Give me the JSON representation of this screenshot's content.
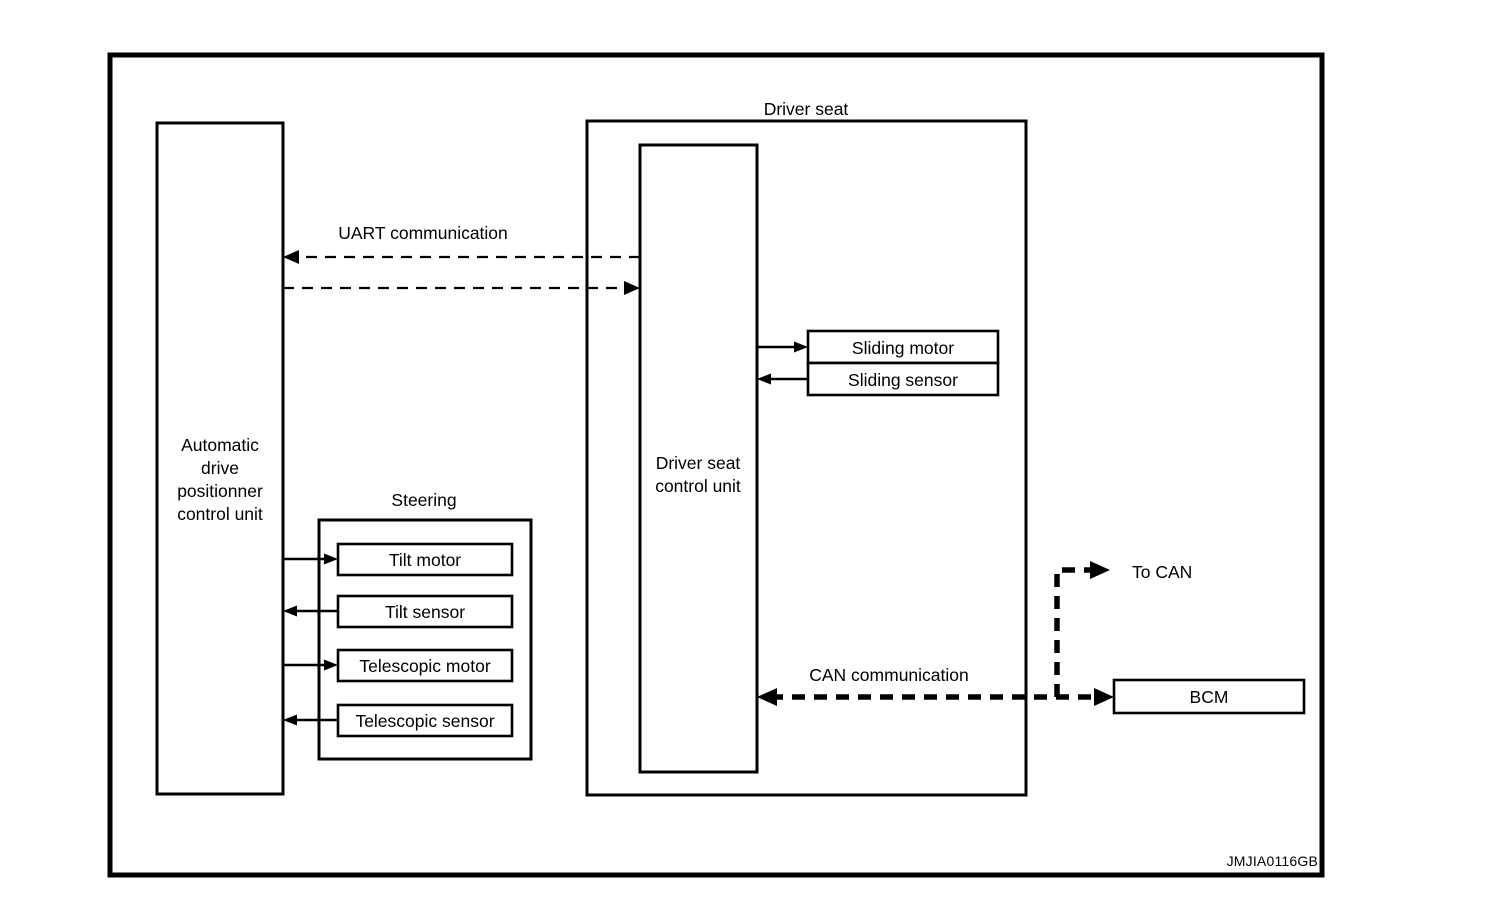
{
  "figure": {
    "id": "JMJIA0116GB",
    "type": "system-block-diagram",
    "title_visible": false
  },
  "groups": {
    "driver_seat": {
      "label": "Driver seat"
    },
    "steering": {
      "label": "Steering"
    }
  },
  "units": {
    "adp": {
      "label_lines": [
        "Automatic",
        "drive",
        "positionner",
        "control unit"
      ],
      "line1": "Automatic",
      "line2": "drive",
      "line3": "positionner",
      "line4": "control unit"
    },
    "driver_seat_cu": {
      "line1": "Driver seat",
      "line2": "control unit"
    },
    "bcm": {
      "label": "BCM"
    }
  },
  "components": {
    "sliding_motor": "Sliding motor",
    "sliding_sensor": "Sliding sensor",
    "tilt_motor": "Tilt motor",
    "tilt_sensor": "Tilt sensor",
    "telescopic_motor": "Telescopic motor",
    "telescopic_sensor": "Telescopic sensor"
  },
  "connections": {
    "uart": {
      "label": "UART communication",
      "style": "dashed-thin",
      "direction": "bidirectional-two-lines"
    },
    "can": {
      "label": "CAN communication",
      "style": "dashed-thick",
      "direction": "bidirectional"
    },
    "to_can": {
      "label": "To CAN",
      "style": "dashed-thick",
      "direction": "outgoing"
    }
  },
  "colors": {
    "line": "#000000",
    "background": "#ffffff"
  }
}
